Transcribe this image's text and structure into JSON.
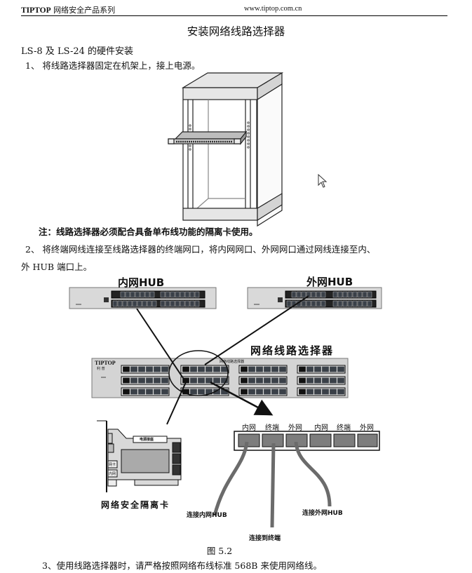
{
  "header": {
    "brand": "TIPTOP",
    "series": "网络安全产品系列",
    "url": "www.tiptop.com.cn"
  },
  "document": {
    "title": "安装网络线路选择器",
    "section_heading": "LS-8 及 LS-24 的硬件安装",
    "step1": "1、 将线路选择器固定在机架上，接上电源。",
    "note": "注：线路选择器必须配合具备单布线功能的隔离卡使用。",
    "step2_line1": "2、 将终端网线连接至线路选择器的终端网口，将内网网口、外网网口通过网线连接至内、",
    "step2_line2": "外 HUB 端口上。",
    "figure_caption": "图 5.2",
    "step3": "3、使用线路选择器时，请严格按照网络布线标准 568B 来使用网络线。"
  },
  "figure1": {
    "name": "rack-illustration"
  },
  "figure2": {
    "inner_hub_label": "内网HUB",
    "outer_hub_label": "外网HUB",
    "selector_label": "网络线路选择器",
    "selector_brand": "TIPTOP",
    "selector_brand_sub": "利 普",
    "selector_panel_text": "网络线路选择器",
    "port_labels": [
      "内网",
      "终端",
      "外网",
      "内网",
      "终端",
      "外网"
    ],
    "card_label": "网络安全隔离卡",
    "card_chip_text": "电源接座",
    "card_port1": "网卡",
    "card_port2": "内网",
    "cable_inner": "连接内网HUB",
    "cable_terminal": "连接到终端",
    "cable_outer": "连接外网HUB"
  },
  "colors": {
    "panel_gray": "#d9d9d9",
    "port_dark": "#3a4048",
    "cable_gray": "#6b6b6b"
  }
}
